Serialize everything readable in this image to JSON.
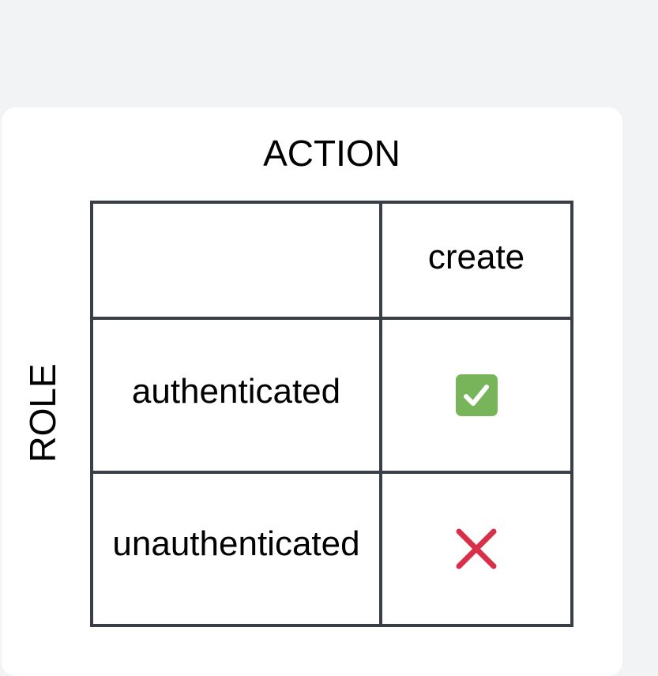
{
  "diagram": {
    "column_axis_label": "ACTION",
    "row_axis_label": "ROLE",
    "columns": [
      "create"
    ],
    "rows": [
      {
        "role": "authenticated",
        "create": "allowed"
      },
      {
        "role": "unauthenticated",
        "create": "denied"
      }
    ]
  },
  "icons": {
    "allowed": "check-mark-button-icon",
    "denied": "cross-mark-icon"
  },
  "colors": {
    "background": "#f2f3f5",
    "card": "#ffffff",
    "grid": "#3a3f47",
    "allowed": "#78b45a",
    "denied": "#d9304a"
  }
}
